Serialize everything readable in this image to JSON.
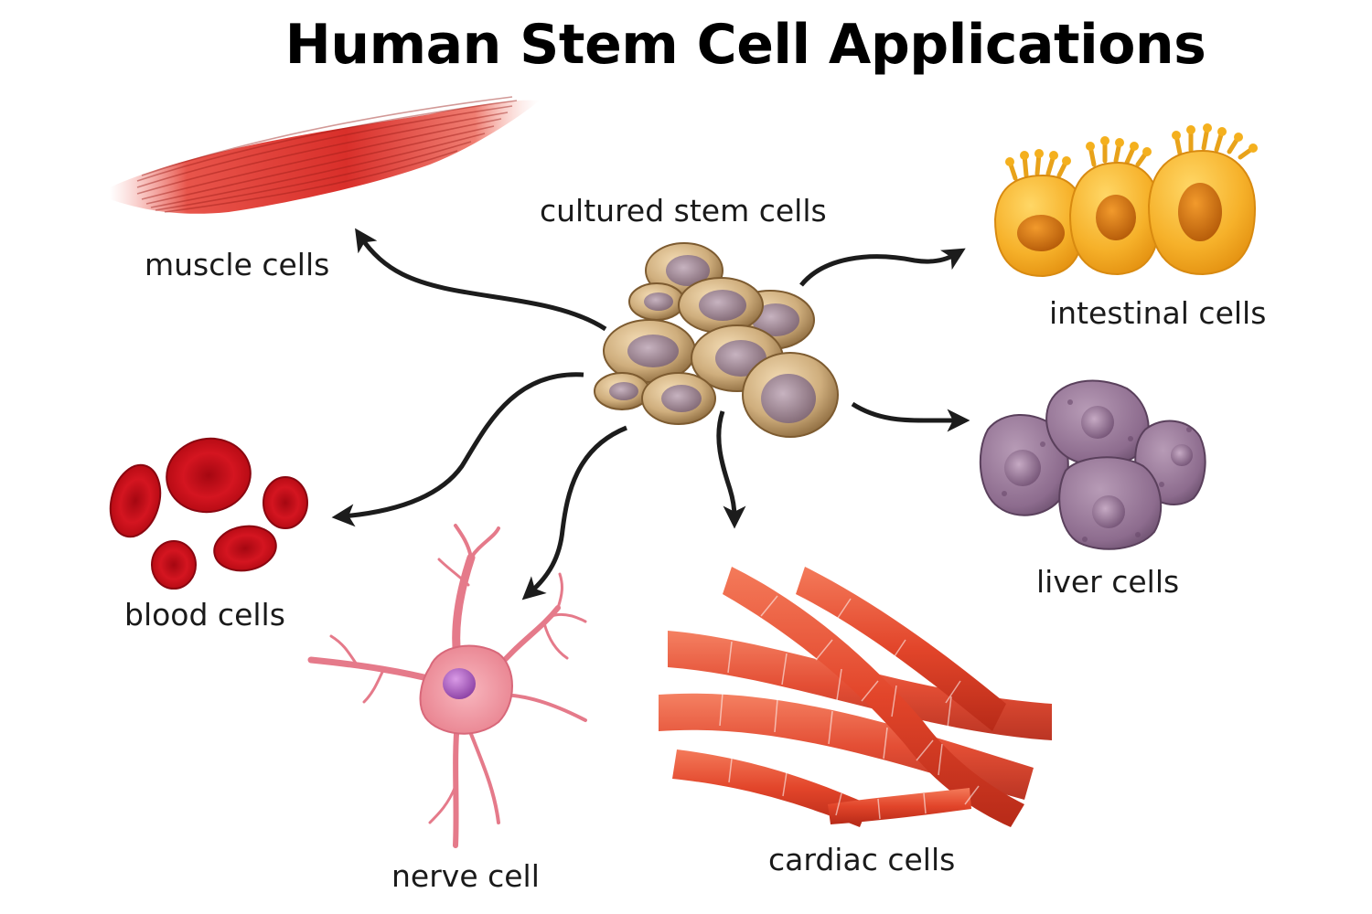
{
  "title": "Human Stem Cell Applications",
  "center": {
    "label": "cultured stem cells",
    "icon": "stem-cell-cluster-icon"
  },
  "targets": [
    {
      "id": "muscle",
      "label": "muscle cells",
      "icon": "muscle-fiber-icon",
      "color": "#e0322c"
    },
    {
      "id": "intestinal",
      "label": "intestinal cells",
      "icon": "intestinal-cell-icon",
      "color": "#f4a41a"
    },
    {
      "id": "liver",
      "label": "liver cells",
      "icon": "liver-cell-icon",
      "color": "#8f6b91"
    },
    {
      "id": "blood",
      "label": "blood cells",
      "icon": "red-blood-cell-icon",
      "color": "#c8101a"
    },
    {
      "id": "nerve",
      "label": "nerve cell",
      "icon": "neuron-icon",
      "color": "#e57a8a"
    },
    {
      "id": "cardiac",
      "label": "cardiac cells",
      "icon": "cardiac-muscle-icon",
      "color": "#e2452a"
    }
  ],
  "colors": {
    "arrow": "#1c1c1c",
    "stem_cell": "#c9a777",
    "stem_nucleus": "#9a8590"
  }
}
